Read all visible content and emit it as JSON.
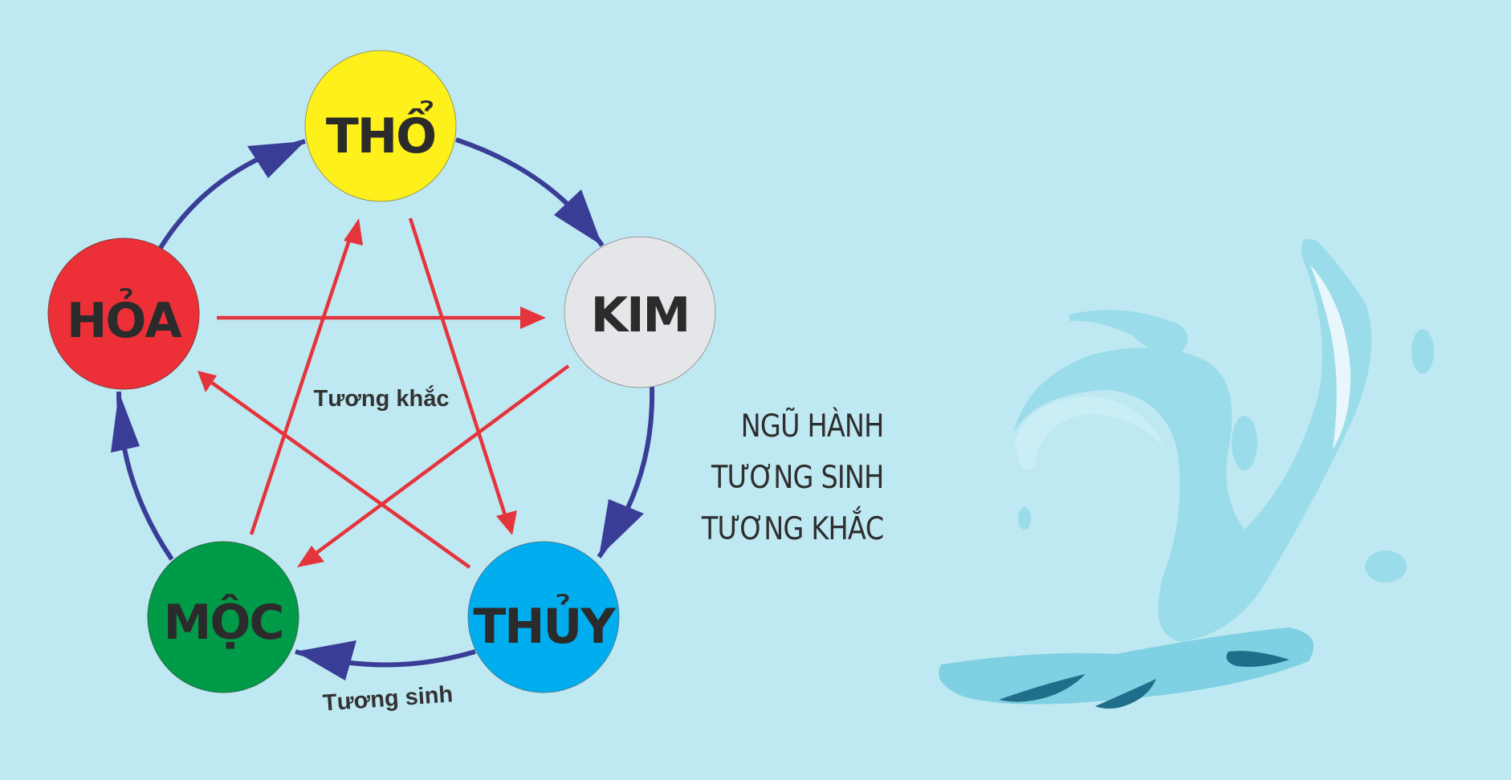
{
  "elements": {
    "tho": {
      "label": "THỔ",
      "color": "#fdf01b"
    },
    "kim": {
      "label": "KIM",
      "color": "#e5e6ea"
    },
    "thuy": {
      "label": "THỦY",
      "color": "#00aeef"
    },
    "moc": {
      "label": "MỘC",
      "color": "#009b48"
    },
    "hoa": {
      "label": "HỎA",
      "color": "#ed2f38"
    }
  },
  "cycle_labels": {
    "khac": "Tương khắc",
    "sinh": "Tương sinh"
  },
  "colors": {
    "background": "#bfe9f2",
    "sinh_arrow": "#3a3d96",
    "khac_arrow": "#e4343c",
    "water_light": "#a8e2ee",
    "water_mid": "#7fd0e2",
    "water_dark": "#1f6f8b"
  },
  "title_lines": [
    "NGŨ HÀNH",
    "TƯƠNG SINH",
    "TƯƠNG KHẮC"
  ],
  "decoration": {
    "icon": "water-splash-icon"
  }
}
